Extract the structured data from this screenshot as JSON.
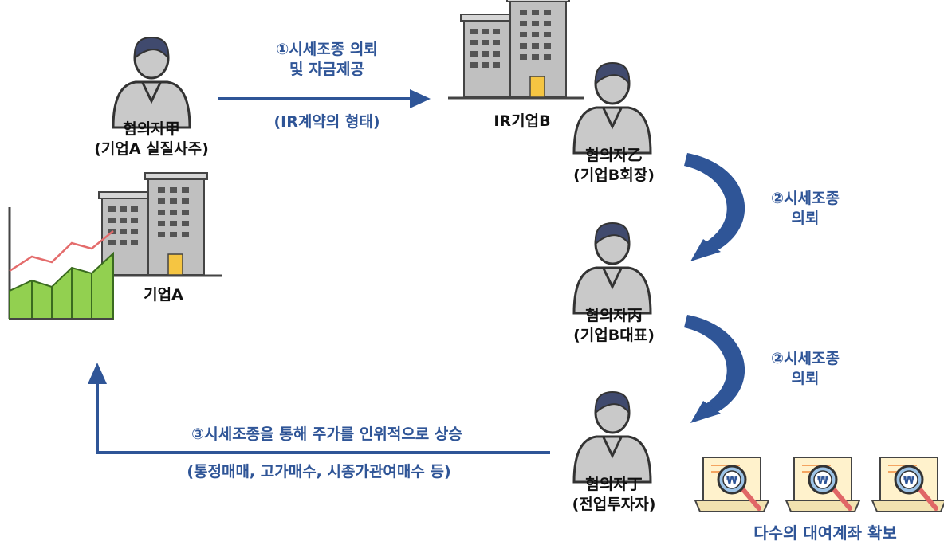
{
  "persons": {
    "gap": {
      "name": "혐의자甲",
      "role": "(기업A 실질사주)"
    },
    "eul": {
      "name": "혐의자乙",
      "role": "(기업B회장)"
    },
    "byeong": {
      "name": "혐의자丙",
      "role": "(기업B대표)"
    },
    "jeong": {
      "name": "혐의자丁",
      "role": "(전업투자자)"
    }
  },
  "companies": {
    "b": "IR기업B",
    "a": "기업A"
  },
  "flows": {
    "step1": {
      "line1": "①시세조종 의뢰",
      "line2": "및 자금제공",
      "note": "(IR계약의 형태)"
    },
    "step2a": {
      "line1": "②시세조종",
      "line2": "의뢰"
    },
    "step2b": {
      "line1": "②시세조종",
      "line2": "의뢰"
    },
    "step3": {
      "line1": "③시세조종을 통해 주가를 인위적으로 상승",
      "note": "(통정매매, 고가매수, 시종가관여매수 등)"
    }
  },
  "accounts": {
    "caption": "다수의 대여계좌 확보",
    "symbol": "W"
  },
  "colors": {
    "arrow": "#2f5597",
    "text_blue": "#2f5597",
    "person_body": "#c9c9c9",
    "person_hair": "#404a6e",
    "chart_fill": "#92d050",
    "chart_line": "#e46c6c"
  }
}
